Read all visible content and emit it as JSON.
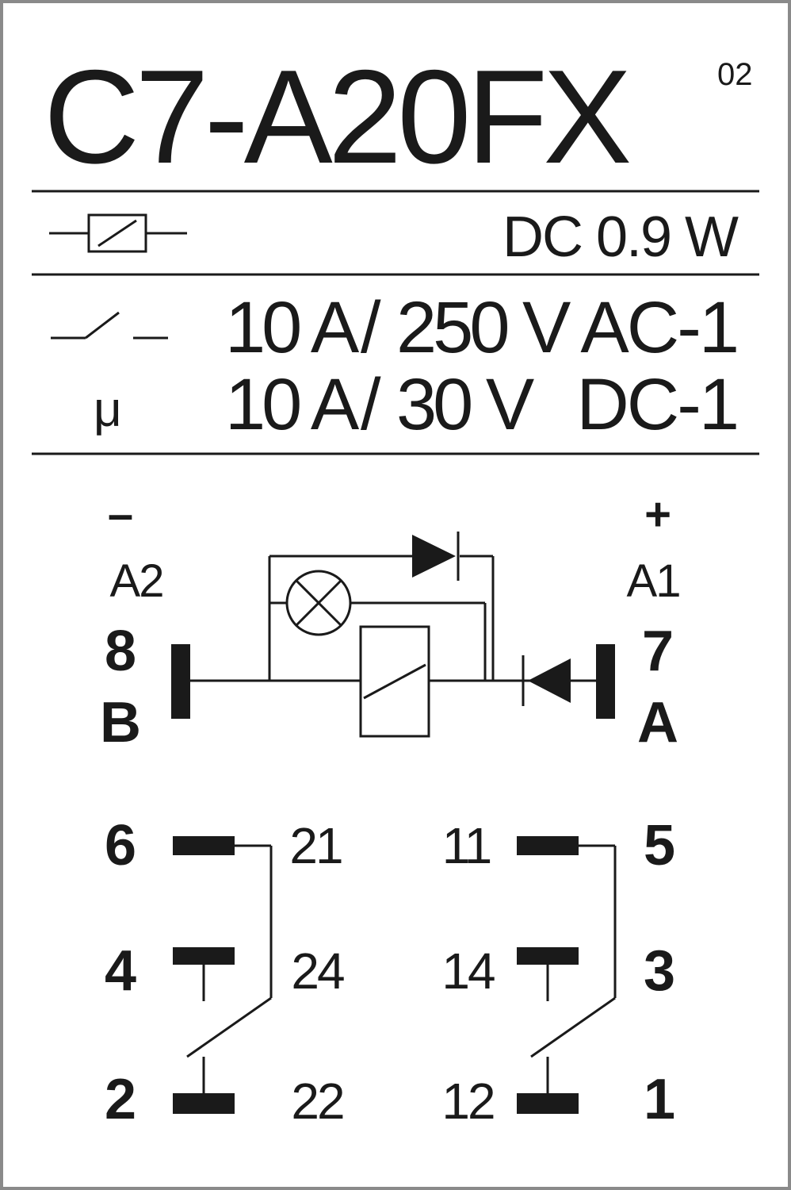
{
  "header": {
    "model": "C7-A20FX",
    "revision": "02"
  },
  "coil": {
    "rating": "DC 0.9 W",
    "symbol_icon": "relay-coil-icon"
  },
  "contacts": {
    "symbol_icon": "switch-contact-icon",
    "micro_symbol": "μ",
    "ratings": [
      {
        "current": "10 A",
        "separator": "/",
        "voltage": "250 V",
        "category": "AC-1"
      },
      {
        "current": "10 A",
        "separator": "/",
        "voltage": "30 V",
        "category": "DC-1"
      }
    ]
  },
  "pins": {
    "minus": "–",
    "plus": "+",
    "a2": "A2",
    "a1": "A1",
    "pin8": "8",
    "pin7": "7",
    "pinB": "B",
    "pinA": "A"
  },
  "switches": {
    "left": {
      "common": "6",
      "no": "4",
      "nc": "2",
      "com_id": "21",
      "no_id": "24",
      "nc_id": "22"
    },
    "right": {
      "com_id": "11",
      "no_id": "14",
      "nc_id": "12",
      "common": "5",
      "no": "3",
      "nc": "1"
    }
  },
  "colors": {
    "ink": "#1a1a1a",
    "border": "#8a8a8a",
    "background": "#ffffff"
  }
}
